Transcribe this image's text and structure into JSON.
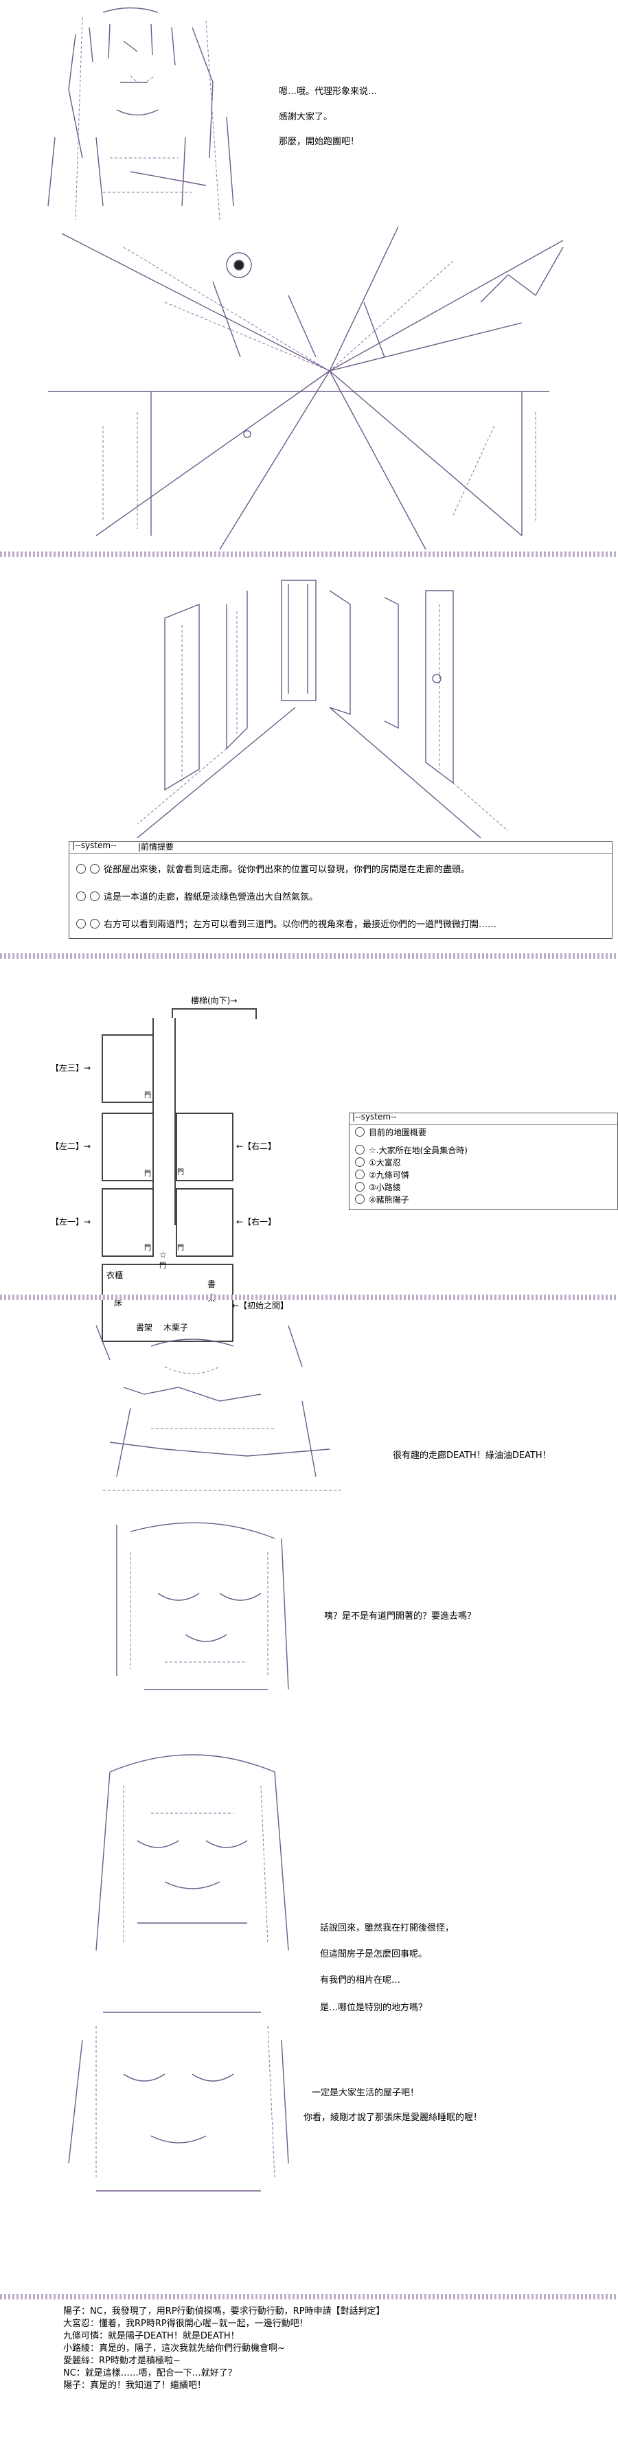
{
  "scene1": {
    "lines": [
      "嗯…哦。代理形象来说…",
      "感謝大家了。",
      "那麼，開始跑團吧！"
    ]
  },
  "system_box1": {
    "title": "|--system--",
    "subtitle": "|前情提要",
    "items": [
      "從部屋出來後，就會看到這走廊。從你們出來的位置可以發現，你們的房間是在走廊的盡頭。",
      "這是一本道的走廊，牆紙是淡綠色營造出大自然氣氛。",
      "右方可以看到兩道門；左方可以看到三道門。以你們的視角來看，最接近你們的一道門微微打開……"
    ]
  },
  "map": {
    "top_label": "樓梯(向下)→",
    "left_labels": [
      "【左三】→",
      "【左二】→",
      "【左一】→"
    ],
    "right_labels": [
      "←【右二】",
      "←【右一】"
    ],
    "door_marks": [
      "門",
      "門",
      "門",
      "門",
      "門",
      "☆",
      "門"
    ],
    "bottom_room": {
      "wardrobe": "衣櫃",
      "bed": "床",
      "desk": "書桌",
      "shelf": "書架",
      "name": "木栗子",
      "label": "←【初始之間】"
    }
  },
  "system_box2": {
    "title": "|--system--",
    "heading": "目前的地圖概要",
    "items": [
      "☆.大家所在地(全員集合時)",
      "①大富忍",
      "②九條可憐",
      "③小路綾",
      "④豬熊陽子"
    ]
  },
  "scene2": {
    "line1": "很有趣的走廊DEATH！綠油油DEATH！",
    "line2": "咦？是不是有道門開著的？要進去嗎？",
    "line3": [
      "話說回來，雖然我在打開後很怪，",
      "但這間房子是怎麼回事呢。",
      "有我們的相片在呢…",
      "是…哪位是特別的地方嗎？"
    ],
    "line4": [
      "一定是大家生活的屋子吧！",
      "你看，綾剛才說了那張床是愛麗絲睡眠的喔！"
    ]
  },
  "chat": {
    "lines": [
      "陽子：NC，我發現了，用RP行動偵探嗎，要求行動行動，RP時申請【對話判定】",
      "大宮忍：懂着，我RP時RP得很開心喔~就一起，一邊行動吧！",
      "九條可憐：就是陽子DEATH！就是DEATH！",
      "小路綾：真是的，陽子，這次我就先給你們行動機會啊~",
      "愛麗絲：RP時動才是積極啦~",
      "NC：就是這樣……唔，配合一下…就好了？",
      "陽子：真是的！我知道了！繼續吧！"
    ]
  }
}
